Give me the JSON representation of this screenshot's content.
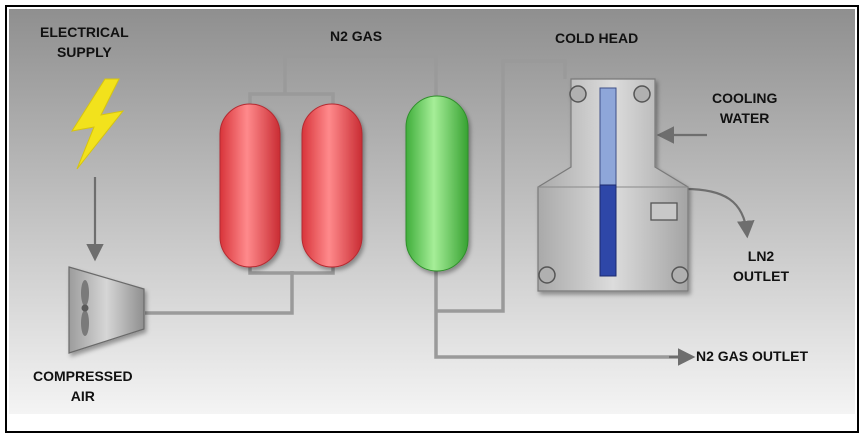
{
  "labels": {
    "electrical_supply_line1": "ELECTRICAL",
    "electrical_supply_line2": "SUPPLY",
    "n2_gas": "N2 GAS",
    "cold_head": "COLD HEAD",
    "cooling_water_line1": "COOLING",
    "cooling_water_line2": "WATER",
    "ln2_outlet_line1": "LN2",
    "ln2_outlet_line2": "OUTLET",
    "n2_gas_outlet": "N2 GAS OUTLET",
    "compressed_air_line1": "COMPRESSED",
    "compressed_air_line2": "AIR"
  },
  "colors": {
    "background_top": "#8f8f8f",
    "background_bottom": "#f4f4f4",
    "pipe": "#9a9a9a",
    "arrow": "#6e6e6e",
    "red_vessel": "#e8474c",
    "green_vessel": "#5fc85a",
    "cold_head_body": "#bdbdbd",
    "lightning": "#f2e21c",
    "sight_glass_top": "#8ea6d9",
    "sight_glass_bottom": "#2f47a8"
  },
  "components": {
    "power_source": "lightning-icon",
    "compressor": "air-compressor-icon",
    "absorbers": "red-adsorption-vessels",
    "buffer": "green-vessel",
    "cryocooler": "cold-head-unit"
  }
}
